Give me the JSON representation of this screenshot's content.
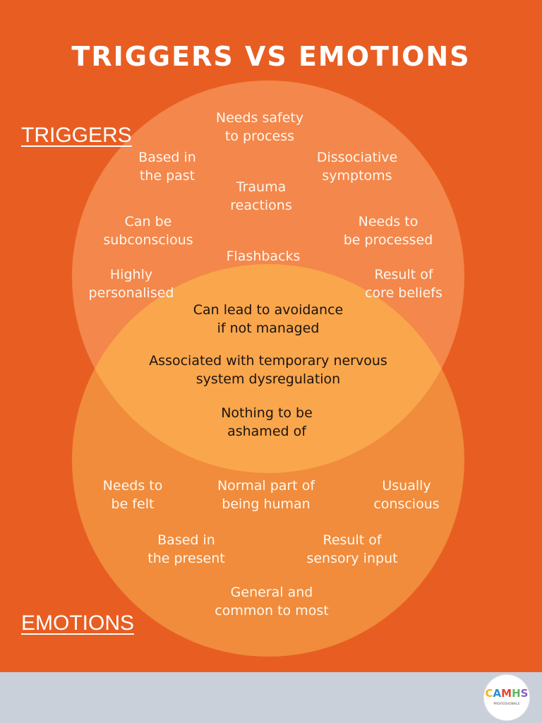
{
  "title": "Triggers vs Emotions",
  "sets": {
    "triggers": {
      "label": "TRIGGERS",
      "fill": "#f4874b"
    },
    "emotions": {
      "label": "EMOTIONS",
      "fill": "#f08c3c"
    },
    "overlap_fill": "#f9a64c",
    "background": "#e85e22"
  },
  "triggers_items": [
    {
      "lines": [
        "Needs safety",
        "to process"
      ]
    },
    {
      "lines": [
        "Based in",
        "the past"
      ]
    },
    {
      "lines": [
        "Dissociative",
        "symptoms"
      ]
    },
    {
      "lines": [
        "Trauma",
        "reactions"
      ]
    },
    {
      "lines": [
        "Can be",
        "subconscious"
      ]
    },
    {
      "lines": [
        "Needs to",
        "be processed"
      ]
    },
    {
      "lines": [
        "Flashbacks"
      ]
    },
    {
      "lines": [
        "Highly",
        "personalised"
      ]
    },
    {
      "lines": [
        "Result of",
        "core beliefs"
      ]
    }
  ],
  "overlap_items": [
    {
      "lines": [
        "Can lead to avoidance",
        "if not managed"
      ]
    },
    {
      "lines": [
        "Associated with temporary nervous",
        "system dysregulation"
      ]
    },
    {
      "lines": [
        "Nothing to be",
        "ashamed of"
      ]
    }
  ],
  "emotions_items": [
    {
      "lines": [
        "Needs to",
        "be felt"
      ]
    },
    {
      "lines": [
        "Normal part of",
        "being human"
      ]
    },
    {
      "lines": [
        "Usually",
        "conscious"
      ]
    },
    {
      "lines": [
        "Based in",
        "the present"
      ]
    },
    {
      "lines": [
        "Result of",
        "sensory input"
      ]
    },
    {
      "lines": [
        "General and",
        "common to most"
      ]
    }
  ],
  "logo": {
    "letters": [
      "C",
      "A",
      "M",
      "H",
      "S"
    ],
    "colors": [
      "#f6b21b",
      "#2f8fd0",
      "#e8452f",
      "#5cb85c",
      "#8e5cc8"
    ],
    "subtext": "PROFESSIONALS"
  }
}
